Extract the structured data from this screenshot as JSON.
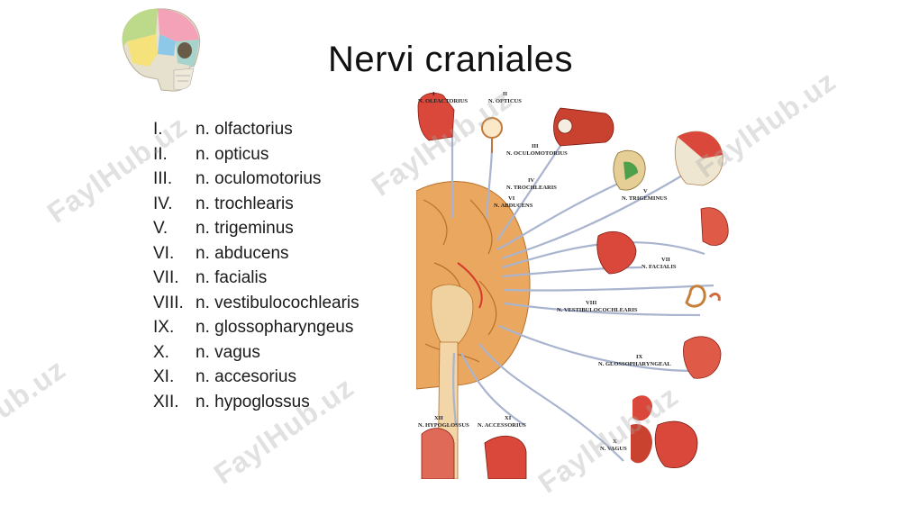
{
  "slide": {
    "title": "Nervi craniales",
    "nerves": [
      {
        "num": "I.",
        "name": "n. olfactorius"
      },
      {
        "num": "II.",
        "name": "n. opticus"
      },
      {
        "num": "III.",
        "name": "n. oculomotorius"
      },
      {
        "num": "IV.",
        "name": "n. trochlearis"
      },
      {
        "num": "V.",
        "name": "n. trigeminus"
      },
      {
        "num": "VI.",
        "name": "n. abducens"
      },
      {
        "num": "VII.",
        "name": "n. facialis"
      },
      {
        "num": "VIII.",
        "name": "n. vestibulocochlearis"
      },
      {
        "num": "IX.",
        "name": "n. glossopharyngeus"
      },
      {
        "num": "X.",
        "name": "n. vagus"
      },
      {
        "num": "XI.",
        "name": "n. accesorius"
      },
      {
        "num": "XII.",
        "name": "n. hypoglossus"
      }
    ]
  },
  "diagram": {
    "labels": {
      "i_num": "I",
      "i_name": "N. OLFACTORIUS",
      "ii_num": "II",
      "ii_name": "N. OPTICUS",
      "iii_num": "III",
      "iii_name": "N. OCULOMOTORIUS",
      "iv_num": "IV",
      "iv_name": "N. TROCHLEARIS",
      "vi_num": "VI",
      "vi_name": "N. ABDUCENS",
      "v_num": "V",
      "v_name": "N. TRIGEMINUS",
      "vii_num": "VII",
      "vii_name": "N. FACIALIS",
      "viii_num": "VIII",
      "viii_name": "N. VESTIBULOCOCHLEARIS",
      "ix_num": "IX",
      "ix_name": "N. GLOSSOPHARYNGEAL",
      "x_num": "X",
      "x_name": "N. VAGUS",
      "xi_num": "XI",
      "xi_name": "N. ACCESSORIUS",
      "xii_num": "XII",
      "xii_name": "N. HYPOGLOSSUS"
    }
  },
  "watermark": {
    "text": "FaylHub.uz"
  },
  "colors": {
    "brain": "#e9a760",
    "flesh": "#d9483a",
    "nerve": "#a9b4cf"
  }
}
